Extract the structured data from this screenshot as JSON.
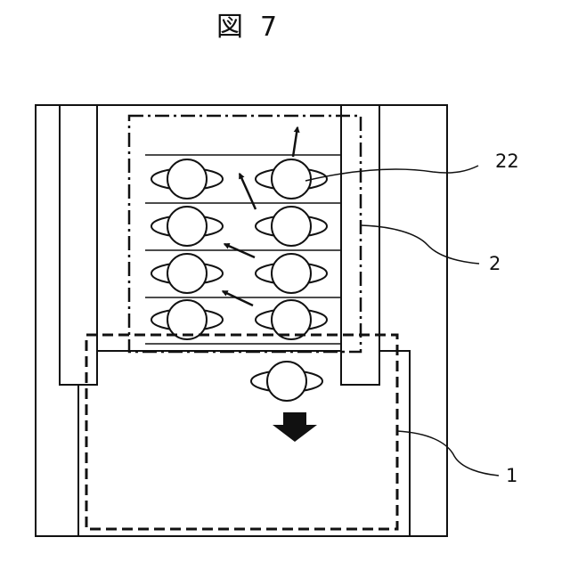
{
  "figure": {
    "title_char": "図",
    "title_num": "7"
  },
  "labels": {
    "ref_22": "22",
    "ref_2": "2",
    "ref_1": "1"
  },
  "colors": {
    "ink": "#111111",
    "paper": "#ffffff"
  }
}
